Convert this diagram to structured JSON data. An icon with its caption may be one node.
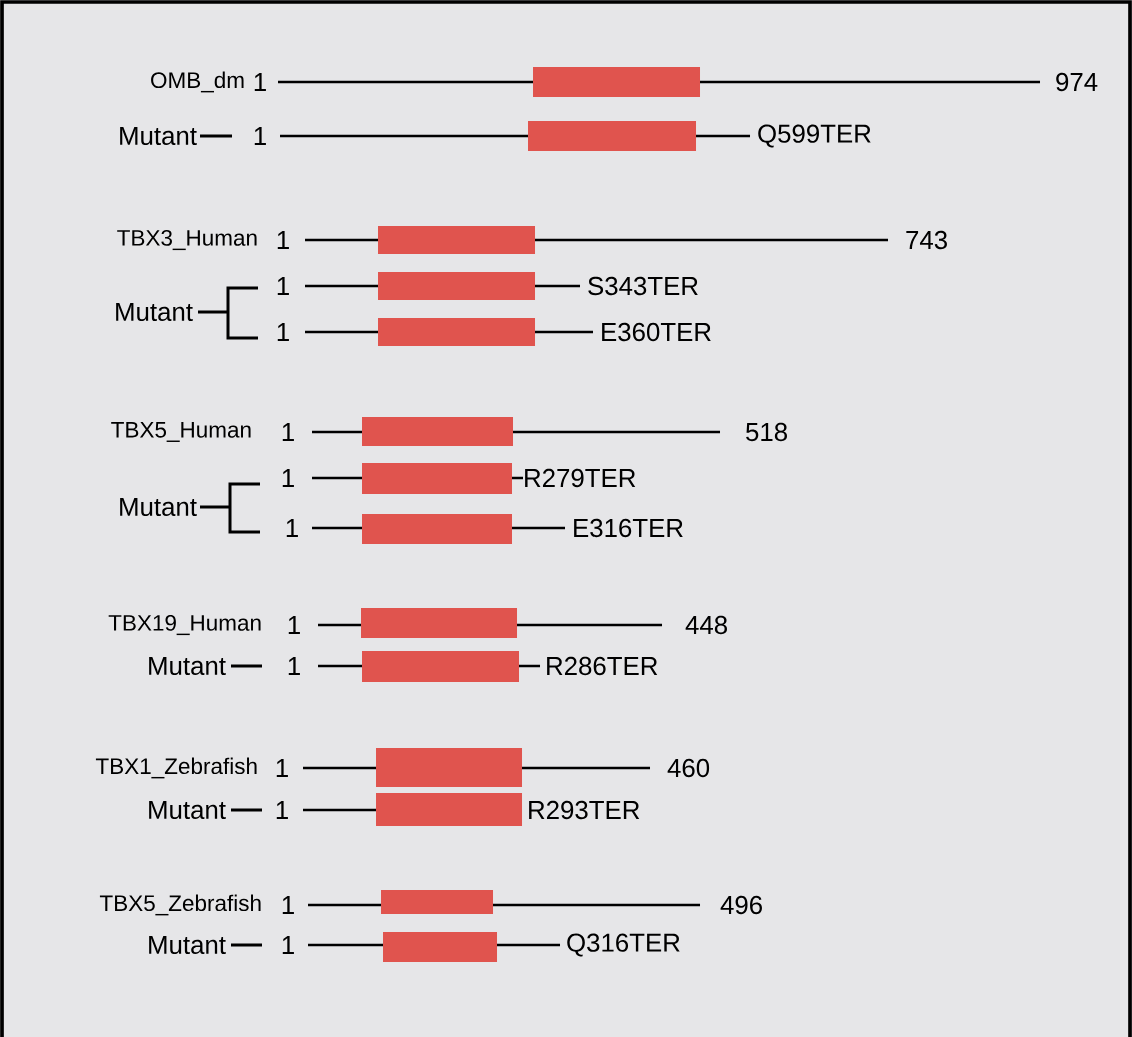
{
  "diagram": {
    "nodes": [
      {
        "text": [],
        "shape": "bar"
      },
      {
        "text": [],
        "shape": "bar"
      },
      {
        "text": [],
        "shape": "bar"
      },
      {
        "text": [],
        "shape": "bar"
      },
      {
        "text": [],
        "shape": "bar"
      },
      {
        "text": [],
        "shape": "bar"
      },
      {
        "text": [],
        "shape": "bar"
      },
      {
        "text": [],
        "shape": "bar"
      },
      {
        "text": [],
        "shape": "bar"
      },
      {
        "text": [],
        "shape": "bar"
      },
      {
        "text": [],
        "shape": "bar"
      },
      {
        "text": [],
        "shape": "bar"
      },
      {
        "text": [],
        "shape": "bar"
      },
      {
        "text": [],
        "shape": "bar"
      }
    ],
    "labels": [
      "OMB_dm",
      "1",
      "974",
      "Mutant",
      "1",
      "Q599TER",
      "TBX3_Human",
      "1",
      "743",
      "1",
      "S343TER",
      "Mutant",
      "1",
      "E360TER",
      "TBX5_Human",
      "1",
      "518",
      "1",
      "R279TER",
      "Mutant",
      "1",
      "E316TER",
      "TBX19_Human",
      "1",
      "448",
      "Mutant",
      "1",
      "R286TER",
      "TBX1_Zebrafish",
      "1",
      "460",
      "Mutant",
      "1",
      "R293TER",
      "TBX5_Zebrafish",
      "1",
      "496",
      "Mutant",
      "1",
      "Q316TER"
    ]
  }
}
